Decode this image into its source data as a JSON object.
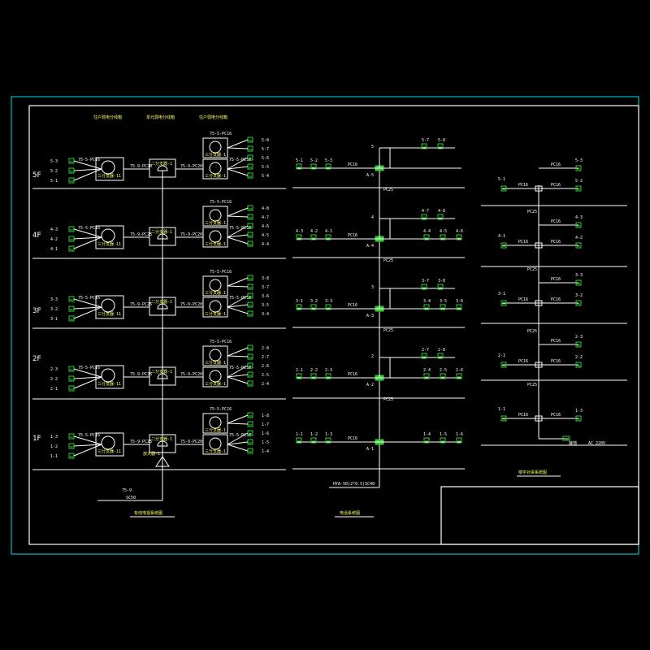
{
  "colors": {
    "frame": "#00e5ee",
    "inner_frame": "#ffffff",
    "line": "#ffffff",
    "text": "#ffffff",
    "label_yellow": "#ffff66",
    "outlet": "#33cc33",
    "junction": "#33cc33"
  },
  "floors": [
    "5F",
    "4F",
    "3F",
    "2F",
    "1F"
  ],
  "left_diagram": {
    "column_headers": [
      "住户弱电分线箱",
      "单元弱电分线箱",
      "住户弱电分线箱"
    ],
    "left_boxes": {
      "label": "三分支器-11",
      "cable": "75-5-PC16",
      "outlets": [
        [
          "5-3",
          "5-2",
          "5-1"
        ],
        [
          "4-3",
          "4-2",
          "4-1"
        ],
        [
          "3-3",
          "3-2",
          "3-1"
        ],
        [
          "2-3",
          "2-2",
          "2-1"
        ],
        [
          "1-3",
          "1-2",
          "1-1"
        ]
      ]
    },
    "center_boxes": {
      "labels": [
        "二分支器-1",
        "二分支器-1",
        "二分支器-1",
        "二分支器-1",
        "二分支器-1"
      ],
      "feeders": [
        "75-9-PC20",
        "75-9-PC25",
        "75-9-PC25",
        "75-9-PC25",
        "75-9-PC25"
      ],
      "link_cable": "75-9-PC20"
    },
    "right_boxes": {
      "label": "三分支器-1",
      "cable_top": "75-5-PC16",
      "cable_link": "75-9-PC20",
      "outlets": [
        [
          "5-8",
          "5-7",
          "5-6",
          "5-5",
          "5-4"
        ],
        [
          "4-8",
          "4-7",
          "4-6",
          "4-5",
          "4-4"
        ],
        [
          "3-8",
          "3-7",
          "3-6",
          "3-5",
          "3-4"
        ],
        [
          "2-8",
          "2-7",
          "2-6",
          "2-5",
          "2-4"
        ],
        [
          "1-8",
          "1-7",
          "1-6",
          "1-5",
          "1-4"
        ]
      ]
    },
    "amplifier_label": "放大器-1",
    "incoming": "75-9",
    "incoming_note": "SC50",
    "caption": "有线电视系统图"
  },
  "middle_diagram": {
    "floor_numbers": [
      "5",
      "4",
      "3",
      "2"
    ],
    "outlets_top": [
      [
        "5-7",
        "5-8"
      ],
      [
        "4-7",
        "4-8"
      ],
      [
        "3-7",
        "3-8"
      ],
      [
        "2-7",
        "2-8"
      ],
      []
    ],
    "outlets_bottom_left": [
      [
        "5-1",
        "5-2",
        "5-3"
      ],
      [
        "4-3",
        "4-2",
        "4-1"
      ],
      [
        "3-1",
        "3-2",
        "3-3"
      ],
      [
        "2-1",
        "2-2",
        "2-3"
      ],
      [
        "1-1",
        "1-2",
        "1-3"
      ]
    ],
    "outlets_bottom_right": [
      [],
      [
        "4-4",
        "4-5",
        "4-6"
      ],
      [
        "3-4",
        "3-5",
        "3-6"
      ],
      [
        "2-4",
        "2-5",
        "2-6"
      ],
      [
        "1-4",
        "1-5",
        "1-6"
      ]
    ],
    "box_labels": [
      "A-5",
      "A-4",
      "A-3",
      "A-2",
      "A-1"
    ],
    "pipe": "PC16",
    "riser_pipe": "PC25",
    "incoming": "HYA-50(2*0.5)SC40",
    "caption": "电话系统图"
  },
  "right_diagram": {
    "outlets_left": [
      "5-1",
      "4-1",
      "3-1",
      "2-1",
      "1-1"
    ],
    "outlets_right": [
      [
        "5-3",
        "5-2"
      ],
      [
        "4-3",
        "4-2"
      ],
      [
        "3-3",
        "3-2"
      ],
      [
        "2-3",
        "2-2"
      ],
      [
        "1-3"
      ]
    ],
    "pipe": "PC16",
    "riser_pipe": "PC25",
    "base_label": "接地",
    "base_power": "AC 220V",
    "caption": "楼宇对讲系统图"
  },
  "title_block": {}
}
